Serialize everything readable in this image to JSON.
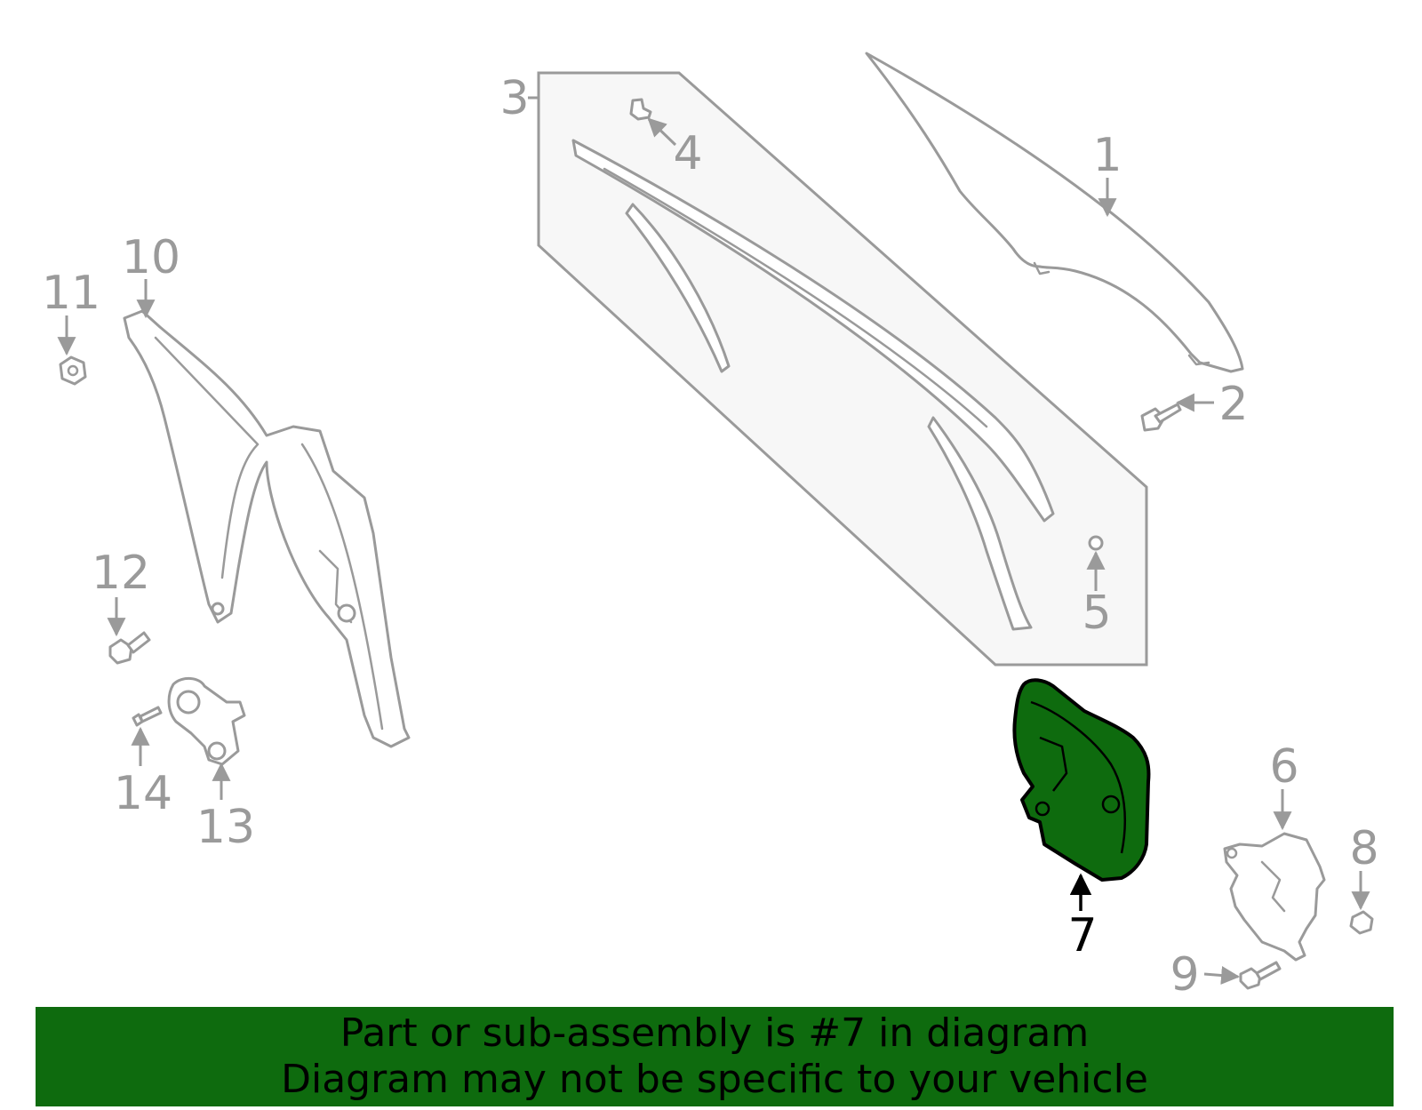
{
  "diagram": {
    "callouts": [
      {
        "id": "1",
        "label": "1"
      },
      {
        "id": "2",
        "label": "2"
      },
      {
        "id": "3",
        "label": "3"
      },
      {
        "id": "4",
        "label": "4"
      },
      {
        "id": "5",
        "label": "5"
      },
      {
        "id": "6",
        "label": "6"
      },
      {
        "id": "7",
        "label": "7"
      },
      {
        "id": "8",
        "label": "8"
      },
      {
        "id": "9",
        "label": "9"
      },
      {
        "id": "10",
        "label": "10"
      },
      {
        "id": "11",
        "label": "11"
      },
      {
        "id": "12",
        "label": "12"
      },
      {
        "id": "13",
        "label": "13"
      },
      {
        "id": "14",
        "label": "14"
      }
    ],
    "highlighted_part": "7",
    "colors": {
      "highlight_fill": "#0e6b0e",
      "line_gray": "#9a9a9a",
      "group_box_fill": "#f7f7f7",
      "banner_bg": "#0e6b0e"
    }
  },
  "banner": {
    "line1": "Part or sub-assembly is #7 in diagram",
    "line2": "Diagram may not be specific to your vehicle"
  }
}
